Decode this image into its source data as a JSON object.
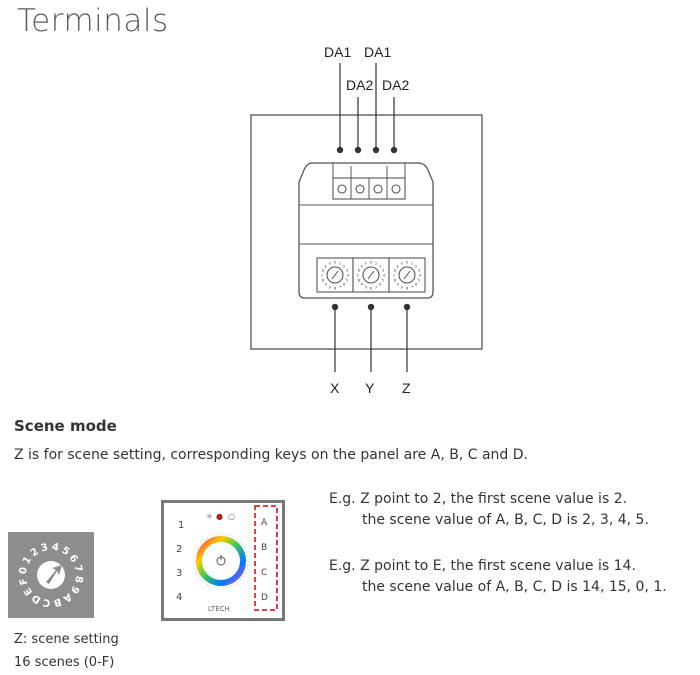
{
  "page": {
    "title": "Terminals"
  },
  "terminals": {
    "top_labels": [
      "DA1",
      "DA2",
      "DA1",
      "DA2"
    ],
    "bottom_labels": [
      "X",
      "Y",
      "Z"
    ]
  },
  "scene_mode": {
    "heading": "Scene mode",
    "description": "Z is for scene setting, corresponding keys on the panel are A, B, C and D."
  },
  "examples": [
    {
      "line1": "E.g.  Z point to 2, the first scene value is 2.",
      "line2": "the scene value of A, B, C, D is 2, 3, 4, 5."
    },
    {
      "line1": "E.g.  Z point to E, the first scene value is 14.",
      "line2": "the scene value of A, B, C, D is 14, 15, 0, 1."
    }
  ],
  "dial": {
    "characters": [
      "0",
      "1",
      "2",
      "3",
      "4",
      "5",
      "6",
      "7",
      "8",
      "9",
      "A",
      "B",
      "C",
      "D",
      "E",
      "F"
    ],
    "caption_line1": "Z: scene setting",
    "caption_line2": "16 scenes (0-F)"
  },
  "panel": {
    "left_keys": [
      "1",
      "2",
      "3",
      "4"
    ],
    "right_keys": [
      "A",
      "B",
      "C",
      "D"
    ],
    "brand": "LTECH"
  },
  "colors": {
    "accent_dashed": "#d32f2f",
    "dial_bg": "#8d8d8d",
    "line": "#555555"
  }
}
